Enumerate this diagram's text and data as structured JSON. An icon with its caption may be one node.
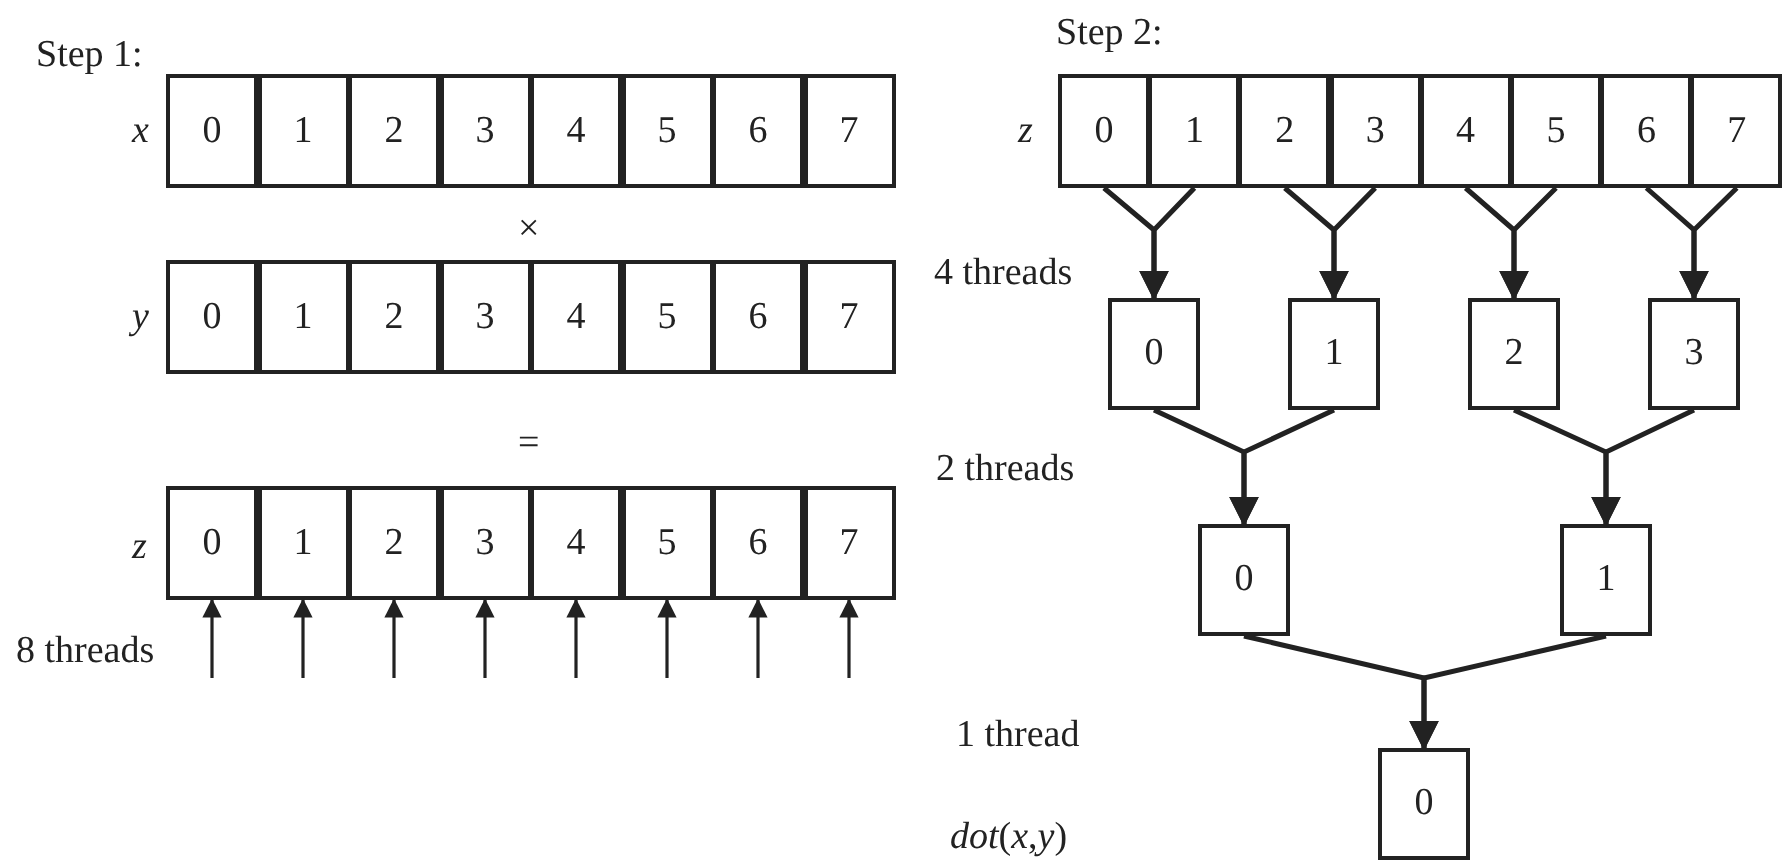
{
  "diagram": {
    "nodes": [
      {
        "text": [
          "0"
        ]
      },
      {
        "text": [
          "1"
        ]
      },
      {
        "text": [
          "2"
        ]
      },
      {
        "text": [
          "3"
        ]
      },
      {
        "text": [
          "4"
        ]
      },
      {
        "text": [
          "5"
        ]
      },
      {
        "text": [
          "6"
        ]
      },
      {
        "text": [
          "7"
        ]
      },
      {
        "text": [
          "0"
        ]
      },
      {
        "text": [
          "1"
        ]
      },
      {
        "text": [
          "2"
        ]
      },
      {
        "text": [
          "3"
        ]
      },
      {
        "text": [
          "4"
        ]
      },
      {
        "text": [
          "5"
        ]
      },
      {
        "text": [
          "6"
        ]
      },
      {
        "text": [
          "7"
        ]
      },
      {
        "text": [
          "0"
        ]
      },
      {
        "text": [
          "1"
        ]
      },
      {
        "text": [
          "2"
        ]
      },
      {
        "text": [
          "3"
        ]
      },
      {
        "text": [
          "4"
        ]
      },
      {
        "text": [
          "5"
        ]
      },
      {
        "text": [
          "6"
        ]
      },
      {
        "text": [
          "7"
        ]
      },
      {
        "text": [
          "0"
        ]
      },
      {
        "text": [
          "1"
        ]
      },
      {
        "text": [
          "2"
        ]
      },
      {
        "text": [
          "3"
        ]
      },
      {
        "text": [
          "4"
        ]
      },
      {
        "text": [
          "5"
        ]
      },
      {
        "text": [
          "6"
        ]
      },
      {
        "text": [
          "7"
        ]
      },
      {
        "text": [
          "0"
        ]
      },
      {
        "text": [
          "1"
        ]
      },
      {
        "text": [
          "2"
        ]
      },
      {
        "text": [
          "3"
        ]
      },
      {
        "text": [
          "0"
        ]
      },
      {
        "text": [
          "1"
        ]
      },
      {
        "text": [
          "0"
        ]
      }
    ],
    "edges": [
      {
        "from": null,
        "to": 16,
        "arrow": "to"
      },
      {
        "from": null,
        "to": 17,
        "arrow": "to"
      },
      {
        "from": null,
        "to": 18,
        "arrow": "to"
      },
      {
        "from": null,
        "to": 19,
        "arrow": "to"
      },
      {
        "from": null,
        "to": 20,
        "arrow": "to"
      },
      {
        "from": null,
        "to": 21,
        "arrow": "to"
      },
      {
        "from": null,
        "to": 22,
        "arrow": "to"
      },
      {
        "from": null,
        "to": 23,
        "arrow": "to"
      },
      {
        "from": 24,
        "to": 32,
        "arrow": "to"
      },
      {
        "from": 25,
        "to": 32,
        "arrow": "to"
      },
      {
        "from": 26,
        "to": 33,
        "arrow": "to"
      },
      {
        "from": 27,
        "to": 33,
        "arrow": "to"
      },
      {
        "from": 28,
        "to": 34,
        "arrow": "to"
      },
      {
        "from": 29,
        "to": 34,
        "arrow": "to"
      },
      {
        "from": 30,
        "to": 35,
        "arrow": "to"
      },
      {
        "from": 31,
        "to": 35,
        "arrow": "to"
      },
      {
        "from": 32,
        "to": 36,
        "arrow": "to"
      },
      {
        "from": 33,
        "to": 36,
        "arrow": "to"
      },
      {
        "from": 34,
        "to": 37,
        "arrow": "to"
      },
      {
        "from": 35,
        "to": 37,
        "arrow": "to"
      },
      {
        "from": 36,
        "to": 38,
        "arrow": "to"
      },
      {
        "from": 37,
        "to": 38,
        "arrow": "to"
      }
    ],
    "labels": [
      "Step 1:",
      "x",
      "×",
      "y",
      "=",
      "z",
      "8 threads",
      "Step 2:",
      "z",
      "4 threads",
      "2 threads",
      "1 thread",
      "*dot*(*x*,*y*)"
    ]
  }
}
